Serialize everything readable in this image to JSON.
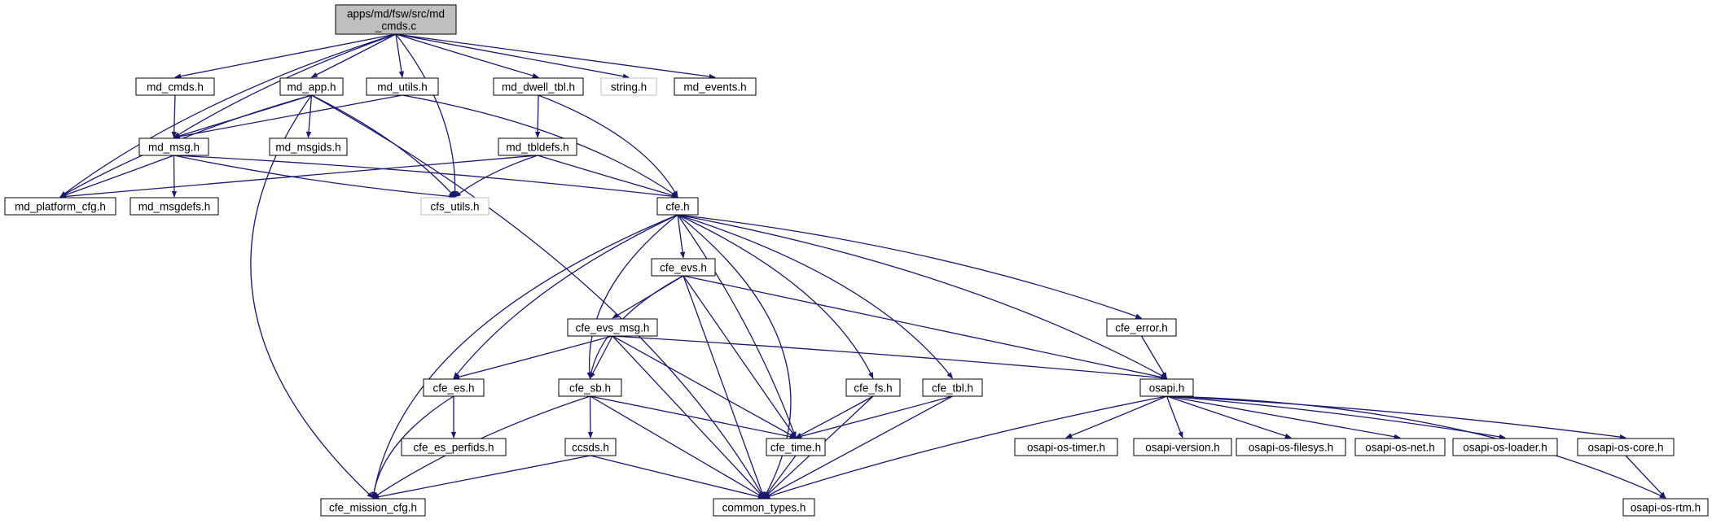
{
  "colors": {
    "edge": "#191970",
    "box_stroke": "#000000",
    "root_fill": "#bfbfbf",
    "external_stroke": "#bfbfbf"
  },
  "nodes": [
    {
      "id": "root",
      "lines": [
        "apps/md/fsw/src/md",
        "_cmds.c"
      ],
      "style": "root"
    },
    {
      "id": "md_cmds_h",
      "lines": [
        "md_cmds.h"
      ],
      "style": "normal"
    },
    {
      "id": "md_app_h",
      "lines": [
        "md_app.h"
      ],
      "style": "normal"
    },
    {
      "id": "md_utils_h",
      "lines": [
        "md_utils.h"
      ],
      "style": "normal"
    },
    {
      "id": "md_dwell_tbl_h",
      "lines": [
        "md_dwell_tbl.h"
      ],
      "style": "normal"
    },
    {
      "id": "string_h",
      "lines": [
        "string.h"
      ],
      "style": "external"
    },
    {
      "id": "md_events_h",
      "lines": [
        "md_events.h"
      ],
      "style": "normal"
    },
    {
      "id": "md_msg_h",
      "lines": [
        "md_msg.h"
      ],
      "style": "normal"
    },
    {
      "id": "md_msgids_h",
      "lines": [
        "md_msgids.h"
      ],
      "style": "normal"
    },
    {
      "id": "md_tbldefs_h",
      "lines": [
        "md_tbldefs.h"
      ],
      "style": "normal"
    },
    {
      "id": "md_platform_cfg_h",
      "lines": [
        "md_platform_cfg.h"
      ],
      "style": "normal"
    },
    {
      "id": "md_msgdefs_h",
      "lines": [
        "md_msgdefs.h"
      ],
      "style": "normal"
    },
    {
      "id": "cfs_utils_h",
      "lines": [
        "cfs_utils.h"
      ],
      "style": "external"
    },
    {
      "id": "cfe_h",
      "lines": [
        "cfe.h"
      ],
      "style": "normal"
    },
    {
      "id": "cfe_evs_h",
      "lines": [
        "cfe_evs.h"
      ],
      "style": "normal"
    },
    {
      "id": "cfe_error_h",
      "lines": [
        "cfe_error.h"
      ],
      "style": "normal"
    },
    {
      "id": "cfe_evs_msg_h",
      "lines": [
        "cfe_evs_msg.h"
      ],
      "style": "normal"
    },
    {
      "id": "cfe_es_h",
      "lines": [
        "cfe_es.h"
      ],
      "style": "normal"
    },
    {
      "id": "cfe_sb_h",
      "lines": [
        "cfe_sb.h"
      ],
      "style": "normal"
    },
    {
      "id": "cfe_fs_h",
      "lines": [
        "cfe_fs.h"
      ],
      "style": "normal"
    },
    {
      "id": "cfe_tbl_h",
      "lines": [
        "cfe_tbl.h"
      ],
      "style": "normal"
    },
    {
      "id": "osapi_h",
      "lines": [
        "osapi.h"
      ],
      "style": "normal"
    },
    {
      "id": "cfe_es_perfids_h",
      "lines": [
        "cfe_es_perfids.h"
      ],
      "style": "normal"
    },
    {
      "id": "ccsds_h",
      "lines": [
        "ccsds.h"
      ],
      "style": "normal"
    },
    {
      "id": "cfe_time_h",
      "lines": [
        "cfe_time.h"
      ],
      "style": "normal"
    },
    {
      "id": "osapi_os_timer_h",
      "lines": [
        "osapi-os-timer.h"
      ],
      "style": "normal"
    },
    {
      "id": "osapi_version_h",
      "lines": [
        "osapi-version.h"
      ],
      "style": "normal"
    },
    {
      "id": "osapi_os_filesys_h",
      "lines": [
        "osapi-os-filesys.h"
      ],
      "style": "normal"
    },
    {
      "id": "osapi_os_net_h",
      "lines": [
        "osapi-os-net.h"
      ],
      "style": "normal"
    },
    {
      "id": "osapi_os_loader_h",
      "lines": [
        "osapi-os-loader.h"
      ],
      "style": "normal"
    },
    {
      "id": "osapi_os_core_h",
      "lines": [
        "osapi-os-core.h"
      ],
      "style": "normal"
    },
    {
      "id": "cfe_mission_cfg_h",
      "lines": [
        "cfe_mission_cfg.h"
      ],
      "style": "normal"
    },
    {
      "id": "common_types_h",
      "lines": [
        "common_types.h"
      ],
      "style": "normal"
    },
    {
      "id": "osapi_os_rtm_h",
      "lines": [
        "osapi-os-rtm.h"
      ],
      "style": "normal"
    }
  ],
  "edges": [
    [
      "root",
      "md_cmds_h"
    ],
    [
      "root",
      "md_app_h"
    ],
    [
      "root",
      "md_utils_h"
    ],
    [
      "root",
      "md_dwell_tbl_h"
    ],
    [
      "root",
      "string_h"
    ],
    [
      "root",
      "md_events_h"
    ],
    [
      "root",
      "md_msg_h"
    ],
    [
      "root",
      "md_platform_cfg_h"
    ],
    [
      "root",
      "cfs_utils_h"
    ],
    [
      "md_cmds_h",
      "md_msg_h"
    ],
    [
      "md_app_h",
      "md_msg_h"
    ],
    [
      "md_app_h",
      "md_msgids_h"
    ],
    [
      "md_app_h",
      "md_platform_cfg_h"
    ],
    [
      "md_app_h",
      "cfs_utils_h"
    ],
    [
      "md_app_h",
      "cfe_mission_cfg_h"
    ],
    [
      "md_app_h",
      "common_types_h"
    ],
    [
      "md_utils_h",
      "md_msg_h"
    ],
    [
      "md_utils_h",
      "cfe_h"
    ],
    [
      "md_dwell_tbl_h",
      "md_tbldefs_h"
    ],
    [
      "md_dwell_tbl_h",
      "cfe_h"
    ],
    [
      "md_msg_h",
      "md_platform_cfg_h"
    ],
    [
      "md_msg_h",
      "md_msgdefs_h"
    ],
    [
      "md_msg_h",
      "cfs_utils_h"
    ],
    [
      "md_msg_h",
      "cfe_h"
    ],
    [
      "md_tbldefs_h",
      "md_platform_cfg_h"
    ],
    [
      "md_tbldefs_h",
      "cfs_utils_h"
    ],
    [
      "md_tbldefs_h",
      "cfe_h"
    ],
    [
      "cfe_h",
      "cfe_evs_h"
    ],
    [
      "cfe_h",
      "cfe_error_h"
    ],
    [
      "cfe_h",
      "cfe_es_h"
    ],
    [
      "cfe_h",
      "cfe_sb_h"
    ],
    [
      "cfe_h",
      "cfe_fs_h"
    ],
    [
      "cfe_h",
      "cfe_tbl_h"
    ],
    [
      "cfe_h",
      "osapi_h"
    ],
    [
      "cfe_h",
      "cfe_time_h"
    ],
    [
      "cfe_h",
      "cfe_mission_cfg_h"
    ],
    [
      "cfe_h",
      "common_types_h"
    ],
    [
      "cfe_evs_h",
      "cfe_evs_msg_h"
    ],
    [
      "cfe_evs_h",
      "cfe_sb_h"
    ],
    [
      "cfe_evs_h",
      "osapi_h"
    ],
    [
      "cfe_evs_h",
      "cfe_time_h"
    ],
    [
      "cfe_evs_h",
      "common_types_h"
    ],
    [
      "cfe_error_h",
      "osapi_h"
    ],
    [
      "cfe_evs_msg_h",
      "cfe_es_h"
    ],
    [
      "cfe_evs_msg_h",
      "cfe_sb_h"
    ],
    [
      "cfe_evs_msg_h",
      "osapi_h"
    ],
    [
      "cfe_evs_msg_h",
      "cfe_time_h"
    ],
    [
      "cfe_evs_msg_h",
      "common_types_h"
    ],
    [
      "cfe_es_h",
      "cfe_es_perfids_h"
    ],
    [
      "cfe_es_h",
      "cfe_mission_cfg_h"
    ],
    [
      "cfe_sb_h",
      "ccsds_h"
    ],
    [
      "cfe_sb_h",
      "cfe_time_h"
    ],
    [
      "cfe_sb_h",
      "cfe_mission_cfg_h"
    ],
    [
      "cfe_sb_h",
      "common_types_h"
    ],
    [
      "cfe_fs_h",
      "cfe_time_h"
    ],
    [
      "cfe_fs_h",
      "common_types_h"
    ],
    [
      "cfe_tbl_h",
      "cfe_time_h"
    ],
    [
      "cfe_tbl_h",
      "common_types_h"
    ],
    [
      "osapi_h",
      "osapi_os_timer_h"
    ],
    [
      "osapi_h",
      "osapi_version_h"
    ],
    [
      "osapi_h",
      "osapi_os_filesys_h"
    ],
    [
      "osapi_h",
      "osapi_os_net_h"
    ],
    [
      "osapi_h",
      "osapi_os_loader_h"
    ],
    [
      "osapi_h",
      "osapi_os_core_h"
    ],
    [
      "osapi_h",
      "osapi_os_rtm_h"
    ],
    [
      "osapi_h",
      "common_types_h"
    ],
    [
      "ccsds_h",
      "cfe_mission_cfg_h"
    ],
    [
      "ccsds_h",
      "common_types_h"
    ],
    [
      "cfe_time_h",
      "common_types_h"
    ],
    [
      "osapi_os_core_h",
      "osapi_os_rtm_h"
    ]
  ]
}
